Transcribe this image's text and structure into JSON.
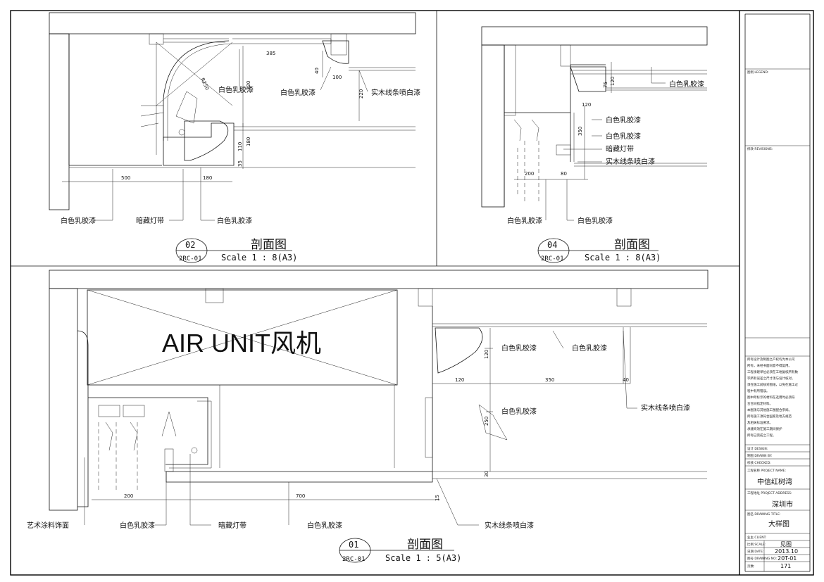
{
  "sections": [
    {
      "id": "02",
      "code": "2RC-01",
      "title": "剖面图",
      "scale": "Scale 1 : 8(A3)"
    },
    {
      "id": "04",
      "code": "2RC-01",
      "title": "剖面图",
      "scale": "Scale 1 : 8(A3)"
    },
    {
      "id": "01",
      "code": "2RC-01",
      "title": "剖面图",
      "scale": "Scale 1 : 5(A3)"
    }
  ],
  "air_unit": "AIR UNIT风机",
  "labels": {
    "white_latex": "白色乳胶漆",
    "hidden_light": "暗藏灯带",
    "wood_line": "实木线条喷白漆",
    "art_coating": "艺术涂料饰面",
    "r250": "R250"
  },
  "dims": {
    "d385": "385",
    "d320": "320",
    "d100": "100",
    "d40": "40",
    "d220": "220",
    "d110": "110",
    "d180": "180",
    "d35": "35",
    "d500": "500",
    "d75": "75",
    "d120": "120",
    "d350": "350",
    "d200": "200",
    "d80": "80",
    "d700": "700",
    "d15": "15",
    "d250": "250",
    "d30": "30"
  },
  "titleblock": {
    "legend": "图例 LEGEND:",
    "revisions": "修改 REVISIONS:",
    "notes": [
      "所有设计及制图之产权均为本公司",
      "所有，未经书面同意不得复用。",
      "工程承建单位必须在工地复核所有数",
      "字所有误差之尺寸须与设计核对。",
      "须在施工前核对图纸，以免在施工过",
      "程中有所错误。",
      "图中所标示的材料在选用时必须符",
      "合合同指定材料。",
      "本图须与其他施工图配合参阅。",
      "所有施工须符合国家及地方规范",
      "及相关标准要求。",
      "承建商须在施工期间保护",
      "所有已完成之工程。"
    ],
    "design_label": "设计 DESIGN:",
    "drawn_label": "制图 DRAWN BY:",
    "checked_label": "校核 CHECKED:",
    "project_name_label": "工程名称 PROJECT NAME:",
    "project_name": "中信红树湾",
    "project_address_label": "工程地址 PROJECT ADDRESS:",
    "project_address": "深圳市",
    "drawing_title_label": "图名 DRAWING TITLE:",
    "drawing_title": "大样图",
    "client_label": "业主 CLIENT:",
    "scale_label": "比例 SCALE:",
    "scale_value": "见图",
    "date_label": "日期 DATE:",
    "date_value": "2013.10",
    "drawing_no_label": "图号 DRAWING NO:",
    "drawing_no": "20T-01",
    "page_label": "页数:",
    "page_no": "171"
  }
}
